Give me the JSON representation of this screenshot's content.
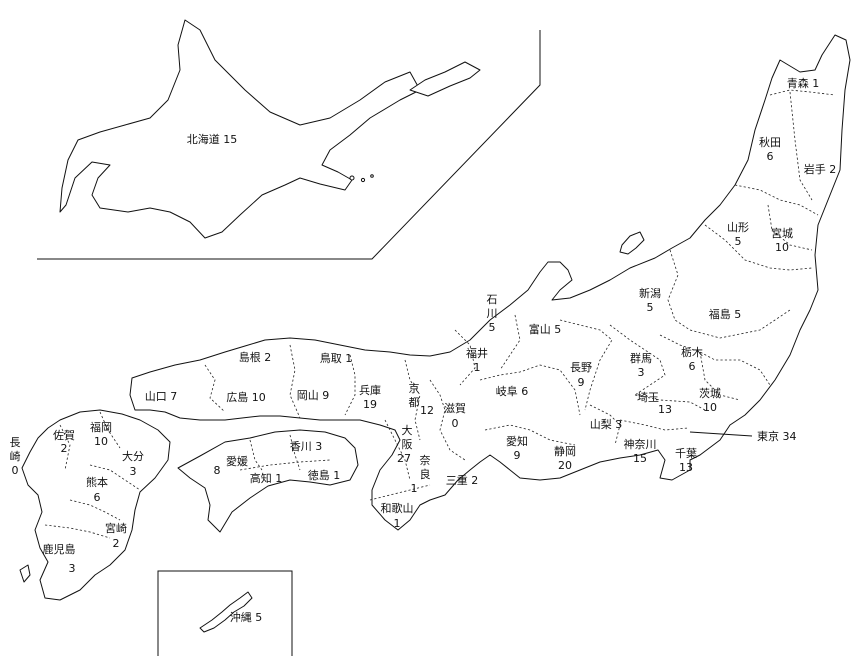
{
  "inset_hokkaido": {
    "name": "北海道",
    "count": "15"
  },
  "inset_okinawa": {
    "name": "沖縄",
    "count": "5"
  },
  "tokyo_callout": {
    "name": "東京",
    "count": "34"
  },
  "prefectures": {
    "aomori": {
      "name": "青森",
      "count": "1"
    },
    "akita": {
      "name": "秋田",
      "count": "6"
    },
    "iwate": {
      "name": "岩手",
      "count": "2"
    },
    "yamagata": {
      "name": "山形",
      "count": "5"
    },
    "miyagi": {
      "name": "宮城",
      "count": "10"
    },
    "niigata": {
      "name": "新潟",
      "count": "5"
    },
    "fukushima": {
      "name": "福島",
      "count": "5"
    },
    "ishikawa_1": "石",
    "ishikawa_2": "川",
    "ishikawa_count": "5",
    "toyama": {
      "name": "富山",
      "count": "5"
    },
    "fukui": {
      "name": "福井",
      "count": "1"
    },
    "nagano": {
      "name": "長野",
      "count": "9"
    },
    "gunma": {
      "name": "群馬",
      "count": "3"
    },
    "tochigi": {
      "name": "栃木",
      "count": "6"
    },
    "ibaraki": {
      "name": "茨城",
      "count": "10"
    },
    "saitama": {
      "name": "埼玉",
      "count": "13"
    },
    "chiba": {
      "name": "千葉",
      "count": "13"
    },
    "kanagawa": {
      "name": "神奈川",
      "count": "15"
    },
    "yamanashi": {
      "name": "山梨",
      "count": "3"
    },
    "shizuoka": {
      "name": "静岡",
      "count": "20"
    },
    "aichi": {
      "name": "愛知",
      "count": "9"
    },
    "gifu": {
      "name": "岐阜",
      "count": "6"
    },
    "shiga": {
      "name": "滋賀",
      "count": "0"
    },
    "kyoto_1": "京",
    "kyoto_2": "都",
    "kyoto_count": "12",
    "osaka_1": "大",
    "osaka_2": "阪",
    "osaka_count": "27",
    "nara_1": "奈",
    "nara_2": "良",
    "nara_count": "1",
    "mie": {
      "name": "三重",
      "count": "2"
    },
    "wakayama": {
      "name": "和歌山",
      "count": "1"
    },
    "hyogo": {
      "name": "兵庫",
      "count": "19"
    },
    "tottori": {
      "name": "鳥取",
      "count": "1"
    },
    "shimane": {
      "name": "島根",
      "count": "2"
    },
    "okayama": {
      "name": "岡山",
      "count": "9"
    },
    "hiroshima": {
      "name": "広島",
      "count": "10"
    },
    "yamaguchi": {
      "name": "山口",
      "count": "7"
    },
    "kagawa": {
      "name": "香川",
      "count": "3"
    },
    "tokushima": {
      "name": "徳島",
      "count": "1"
    },
    "ehime": {
      "name": "愛媛",
      "count": "8"
    },
    "kochi": {
      "name": "高知",
      "count": "1"
    },
    "fukuoka": {
      "name": "福岡",
      "count": "10"
    },
    "saga": {
      "name": "佐賀",
      "count": "2"
    },
    "nagasaki_1": "長",
    "nagasaki_2": "崎",
    "nagasaki_count": "0",
    "oita": {
      "name": "大分",
      "count": "3"
    },
    "kumamoto": {
      "name": "熊本",
      "count": "6"
    },
    "miyazaki": {
      "name": "宮崎",
      "count": "2"
    },
    "kagoshima": {
      "name": "鹿児島",
      "count": "3"
    }
  }
}
